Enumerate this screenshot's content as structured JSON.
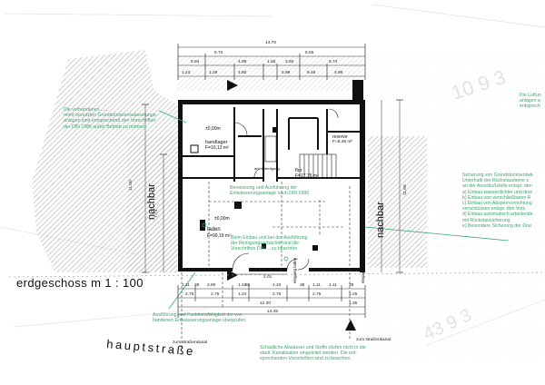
{
  "colors": {
    "ink": "#111111",
    "note_green": "#3aa86a",
    "hatch_gray": "#bdbdbd",
    "paper": "#ffffff"
  },
  "sheet": {
    "title": "erdgeschoss m 1 : 100",
    "street": "hauptstraße",
    "neighbor_left": "nachbar",
    "neighbor_right": "nachbar"
  },
  "rooms": {
    "handlager": "handlager",
    "handlager_area": "F=10,12 m²",
    "flur": "flur",
    "flur_area": "F=17,75 m²",
    "laden": "laden",
    "laden_area": "F=99,19 m²",
    "reserve": "reserve",
    "reserve_area": "F=8,49 m²",
    "level_top": "±0,00m",
    "level_laden": "±0,00m",
    "eingang_laden": "eingang laden",
    "eingang_wohnen": "eingang wohnen",
    "anlage_label": "anl. anfertigung"
  },
  "notes": {
    "top_left": [
      "Die vorhandenen ......",
      "mehr benutzten Grundstücksentwässerungs-",
      "anlagen sind entsprechend den Vorschriften",
      "der DIN 1986 außer Betrieb zu nehmen."
    ],
    "center_box": [
      "Bemessung und Ausführung der",
      "Entwässerungsanlage nach DIN 1986"
    ],
    "laden_note": [
      "Beim Einbau und bei der Ausführung",
      "der Reinigungsschächte sind die",
      "Vorschriften DIN ... zu beachten."
    ],
    "bottom_left": [
      "Ausführung und Funktionsfähigkeit der vor-",
      "handenen Entwässerungsanlage überprüfen."
    ],
    "bottom_right": [
      "Schädliche Abwässer und Stoffe dürfen nicht in die",
      "städt. Kanalisation eingeleitet werden. Die ent-",
      "sprechenden Vorschriften sind zu beachten."
    ],
    "right_top": [
      "Die Luftun",
      "anlagen a",
      "entsprech"
    ],
    "right_list": [
      "Sicherung von Grundstücksentwä",
      "Unterhalb der Rückstauebene s",
      "an der Anschlußstelle entspr. den",
      "a) Einbau wasserdichter und druc",
      "b) Einbau von verschließbaren R",
      "c) Einbau von Absperrvorrichtung",
      "   verschlüssen entspr. den Vors",
      "d) Einbau automatisch arbeitende",
      "   mit Rückstausicherung",
      "e) Besondere Sicherung der Drai"
    ],
    "kanal_left": "zum straßenkanal",
    "kanal_right": "zum straßenkanal"
  },
  "dims": {
    "top_total": "14.70",
    "top_row2": [
      "6.72",
      "8.55"
    ],
    "top_row3": [
      "6.94",
      "4.99",
      "1.65",
      "3.60",
      "6.74"
    ],
    "top_row4": [
      "1.24",
      "1.29",
      "4.80",
      "5.99",
      "8.48",
      "4.99"
    ],
    "bottom_row1": [
      "1.11",
      "2.90",
      "1.42",
      "4.10",
      "1.11",
      "1.11"
    ],
    "bottom_row2": [
      "2.75",
      "2.75",
      "1.24",
      "2.75",
      "2.75"
    ],
    "bottom_total_a": "12.30",
    "bottom_total_b": "14.45",
    "left_total": "11.00",
    "left_part": "7.74",
    "right_total": "11.69",
    "entrance_w": "2.01",
    "small_marks": [
      "88",
      "38",
      "38",
      "38",
      "1.25",
      "1.35"
    ]
  }
}
